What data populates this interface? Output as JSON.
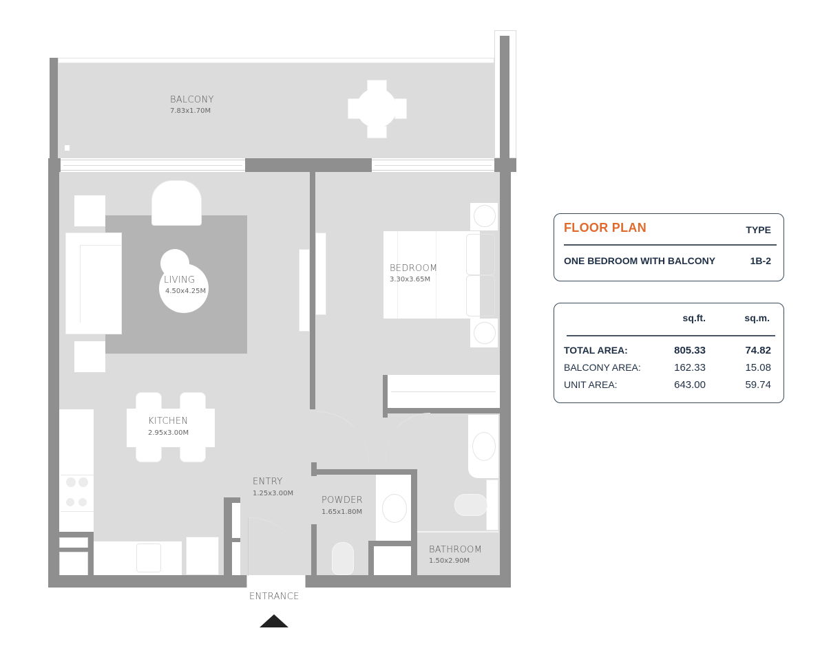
{
  "floor_plan": {
    "rooms": [
      {
        "id": "balcony",
        "name": "BALCONY",
        "dimensions": "7.83x1.70M"
      },
      {
        "id": "living",
        "name": "LIVING",
        "dimensions": "4.50x4.25M"
      },
      {
        "id": "bedroom",
        "name": "BEDROOM",
        "dimensions": "3.30x3.65M"
      },
      {
        "id": "kitchen",
        "name": "KITCHEN",
        "dimensions": "2.95x3.00M"
      },
      {
        "id": "entry",
        "name": "ENTRY",
        "dimensions": "1.25x3.00M"
      },
      {
        "id": "powder",
        "name": "POWDER",
        "dimensions": "1.65x1.80M"
      },
      {
        "id": "bathroom",
        "name": "BATHROOM",
        "dimensions": "1.50x2.90M"
      }
    ],
    "entrance_label": "ENTRANCE",
    "entrance_icon": "triangle-up-arrow"
  },
  "type_panel": {
    "title": "FLOOR PLAN",
    "type_header": "TYPE",
    "description": "ONE BEDROOM WITH BALCONY",
    "type_code": "1B-2"
  },
  "area_panel": {
    "headers": {
      "sqft": "sq.ft.",
      "sqm": "sq.m."
    },
    "rows": [
      {
        "label": "TOTAL AREA:",
        "sqft": "805.33",
        "sqm": "74.82",
        "bold": true
      },
      {
        "label": "BALCONY AREA:",
        "sqft": "162.33",
        "sqm": "15.08",
        "bold": false
      },
      {
        "label": "UNIT AREA:",
        "sqft": "643.00",
        "sqm": "59.74",
        "bold": false
      }
    ]
  },
  "colors": {
    "accent": "#e06a2c",
    "text_dark": "#1f2f45",
    "wall": "#8f8f8f",
    "floor": "#dcdcdc",
    "rug": "#b4b4b4"
  }
}
